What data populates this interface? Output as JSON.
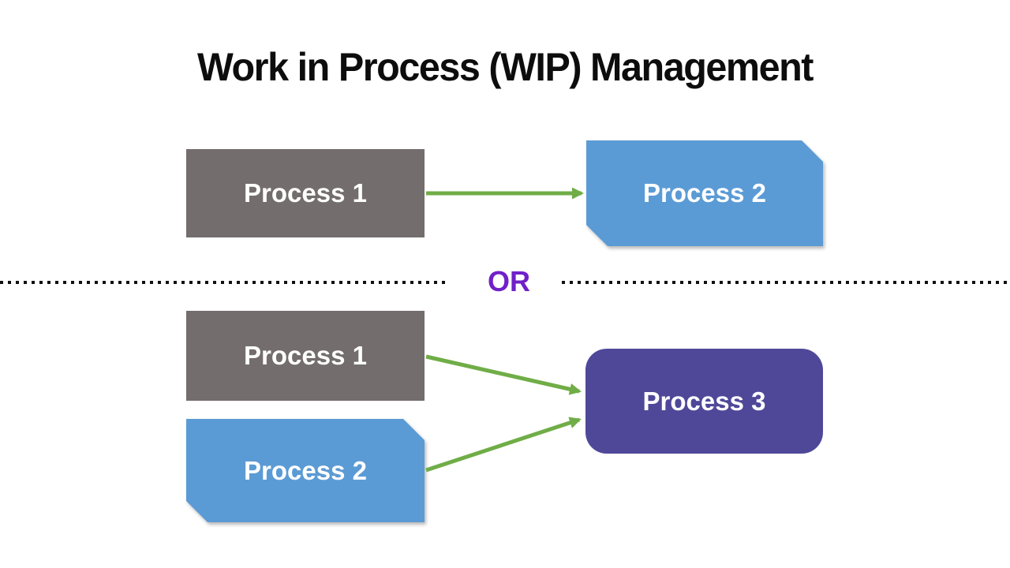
{
  "title": "Work in Process (WIP) Management",
  "divider": {
    "or_label": "OR"
  },
  "diagram": {
    "option_a": {
      "boxes": [
        {
          "label": "Process 1",
          "shape": "rectangle",
          "color_key": "box_gray"
        },
        {
          "label": "Process 2",
          "shape": "snip-diagonal-corner-rectangle",
          "color_key": "box_blue"
        }
      ],
      "arrows": [
        {
          "from": "Process 1",
          "to": "Process 2",
          "color_key": "arrow_green"
        }
      ]
    },
    "option_b": {
      "boxes": [
        {
          "label": "Process 1",
          "shape": "rectangle",
          "color_key": "box_gray"
        },
        {
          "label": "Process 2",
          "shape": "snip-diagonal-corner-rectangle",
          "color_key": "box_blue"
        },
        {
          "label": "Process 3",
          "shape": "rounded-rectangle",
          "color_key": "box_purple"
        }
      ],
      "arrows": [
        {
          "from": "Process 1",
          "to": "Process 3",
          "color_key": "arrow_green"
        },
        {
          "from": "Process 2",
          "to": "Process 3",
          "color_key": "arrow_green"
        }
      ]
    }
  },
  "colors": {
    "box_gray": "#746D6D",
    "box_blue": "#5B9BD5",
    "box_purple": "#4F4899",
    "arrow_green": "#70AD47",
    "or_purple": "#7120C8",
    "divider_black": "#111111",
    "title_black": "#0D0D0D",
    "label_white": "#FFFFFF"
  }
}
